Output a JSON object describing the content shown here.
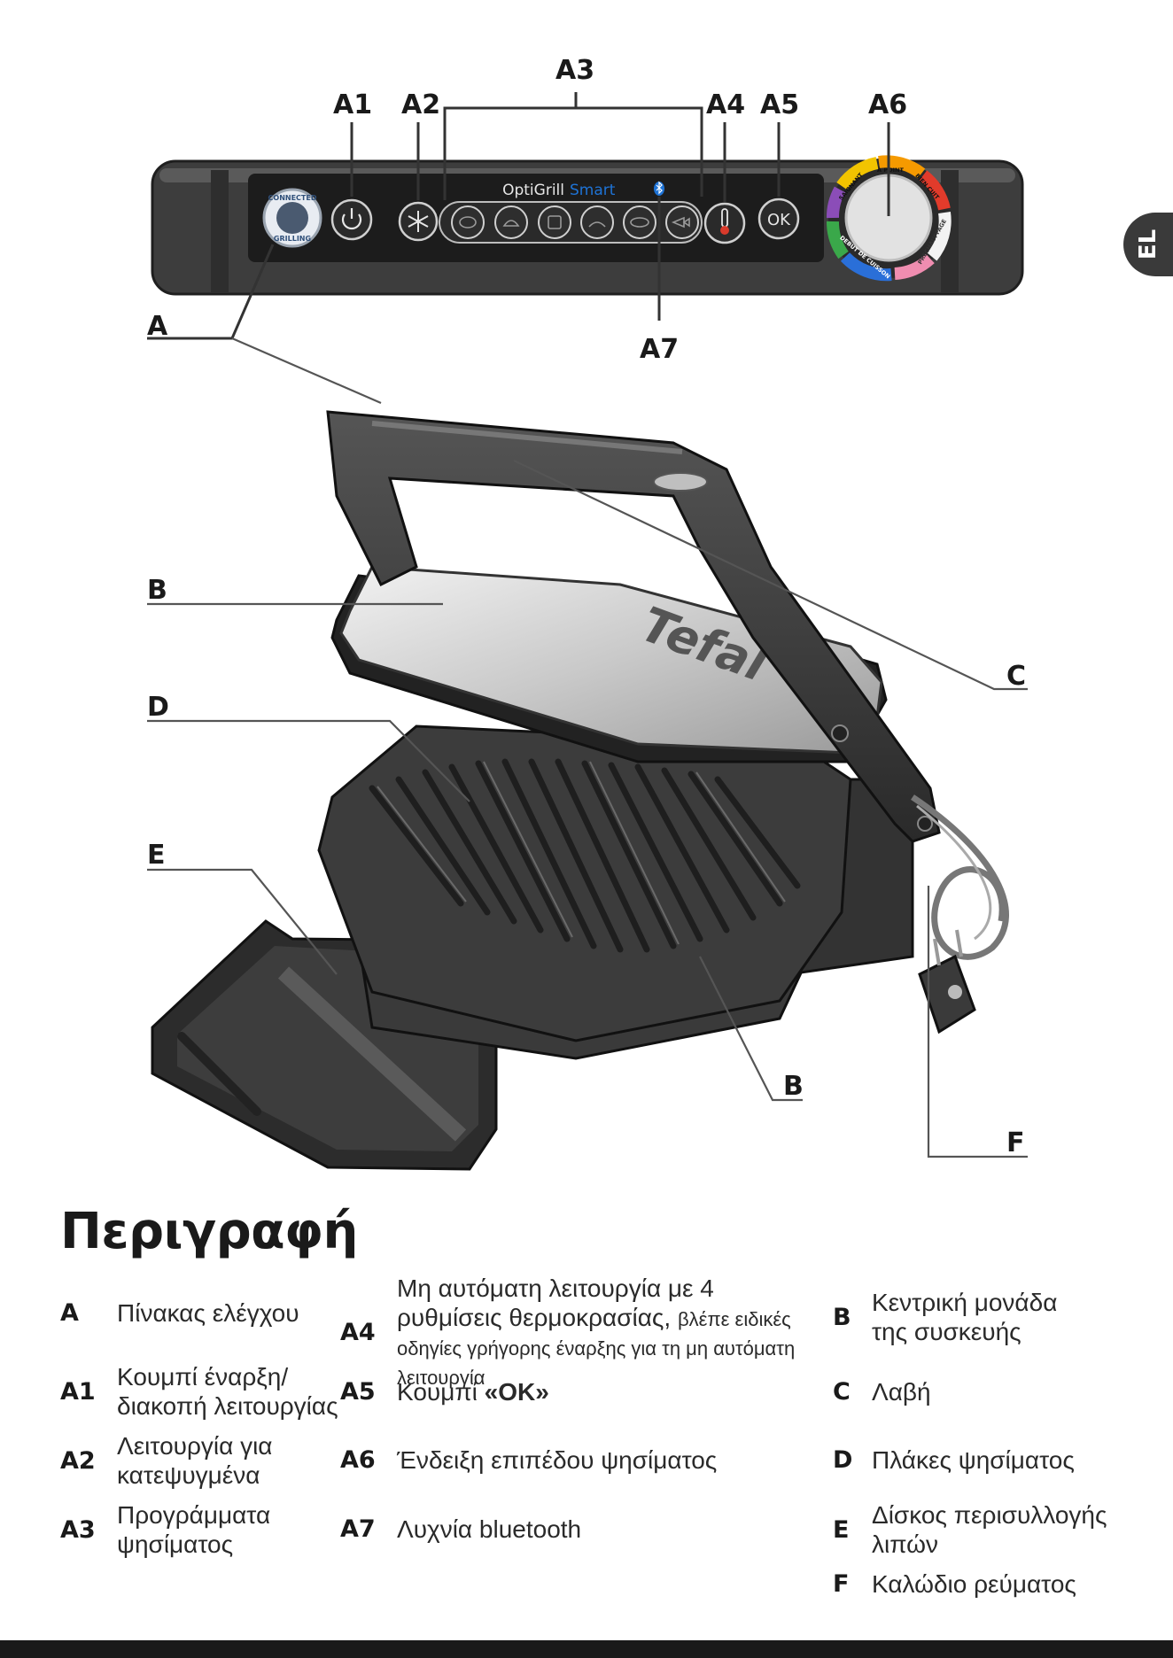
{
  "lang_tab": "EL",
  "callouts": {
    "A": "A",
    "A1": "A1",
    "A2": "A2",
    "A3": "A3",
    "A4": "A4",
    "A5": "A5",
    "A6": "A6",
    "A7": "A7",
    "B_top": "B",
    "B_bottom": "B",
    "C": "C",
    "D": "D",
    "E": "E",
    "F": "F"
  },
  "panel": {
    "brand": "OptiGrill",
    "brand_accent": "Smart",
    "ok_label": "OK",
    "badge_top": "CONNECTED",
    "badge_bottom": "GRILLING",
    "dial_labels": [
      "SAIGNANT",
      "À POINT",
      "BIEN CUIT",
      "PRECHAUFFAGE",
      "DEBUT DE CUISSON"
    ],
    "plate_brand": "Tefal"
  },
  "colors": {
    "accent_blue": "#1e73d6",
    "panel_dark": "#2b2b2b",
    "body_silver": "#d6d6d6",
    "plate_dark": "#3c3c3c"
  },
  "section_title": "Περιγραφή",
  "legend": [
    {
      "key": "A",
      "text": "Πίνακας ελέγχου"
    },
    {
      "key": "A1",
      "text": "Κουμπί έναρξη/ διακοπή λειτουργίας"
    },
    {
      "key": "A2",
      "text": "Λειτουργία για κατεψυγμένα"
    },
    {
      "key": "A3",
      "text": "Προγράμματα ψησίματος"
    },
    {
      "key": "A4",
      "text": "Μη αυτόματη λειτουργία με 4 ρυθμίσεις θερμοκρασίας,",
      "note": "βλέπε ειδικές οδηγίες γρήγορης έναρξης για τη μη αυτόματη λειτουργία"
    },
    {
      "key": "A5",
      "text": "Κουμπί",
      "bold": "«OK»"
    },
    {
      "key": "A6",
      "text": "Ένδειξη επιπέδου ψησίματος"
    },
    {
      "key": "A7",
      "text": "Λυχνία bluetooth"
    },
    {
      "key": "B",
      "text": "Κεντρική μονάδα της συσκευής"
    },
    {
      "key": "C",
      "text": "Λαβή"
    },
    {
      "key": "D",
      "text": "Πλάκες ψησίματος"
    },
    {
      "key": "E",
      "text": "Δίσκος περισυλλογής λιπών"
    },
    {
      "key": "F",
      "text": "Καλώδιο ρεύματος"
    }
  ]
}
